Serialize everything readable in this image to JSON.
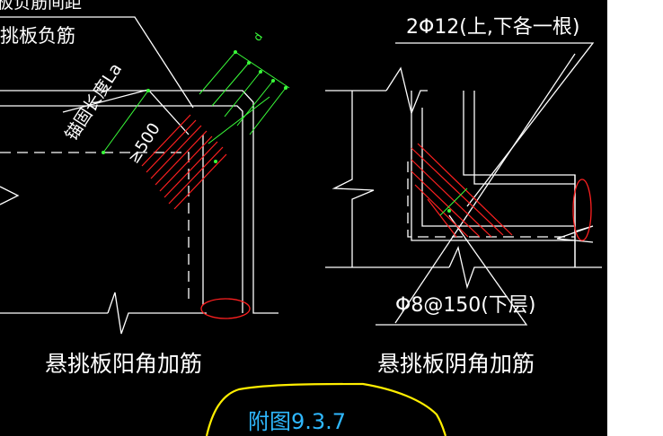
{
  "labels": {
    "top_line1": "板负筋间距",
    "top_line2": "挑板负筋",
    "anchor_len": "锚固长度La",
    "min_length": "≥500",
    "dim_d": "d",
    "right_top_bar": "2Φ12(上,下各一根)",
    "right_bottom_bar": "Φ8@150(下层)",
    "caption_left": "悬挑板阳角加筋",
    "caption_right": "悬挑板阴角加筋",
    "figure_ref": "附图9.3.7"
  },
  "colors": {
    "background": "#000000",
    "line": "#ffffff",
    "rebar": "#ff2020",
    "dimension": "#3aff3a",
    "cloud": "#ffee00",
    "figure_text": "#2fb8ff"
  }
}
